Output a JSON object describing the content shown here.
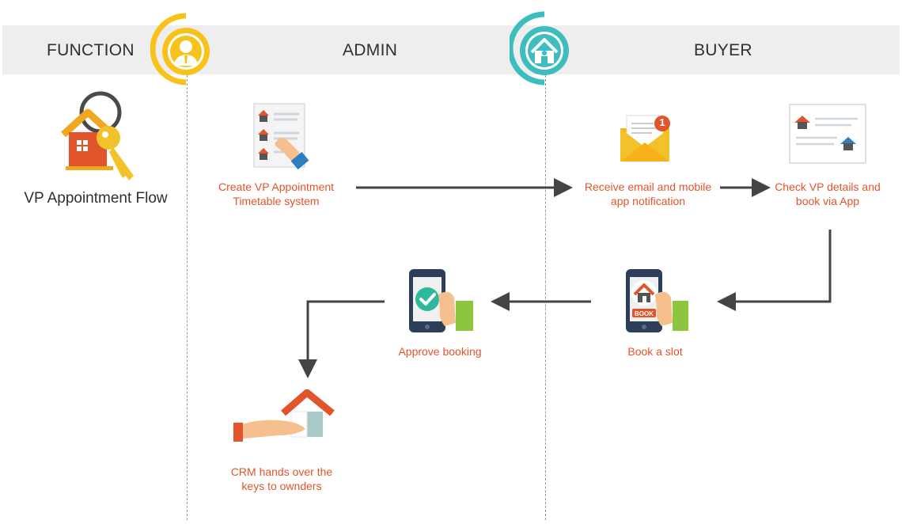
{
  "header": {
    "function_title": "FUNCTION",
    "admin_title": "ADMIN",
    "buyer_title": "BUYER"
  },
  "function": {
    "title": "VP Appointment Flow",
    "icon": "house-keys-icon"
  },
  "steps": {
    "create_timetable": {
      "label": "Create VP Appointment\nTimetable system",
      "icon": "checklist-hand-icon"
    },
    "receive_notification": {
      "label": "Receive email and mobile\napp notification",
      "icon": "email-notification-icon",
      "badge": "1"
    },
    "check_details": {
      "label": "Check VP details and\nbook via App",
      "icon": "property-details-card-icon"
    },
    "book_slot": {
      "label": "Book a slot",
      "icon": "phone-book-icon",
      "button_text": "BOOK"
    },
    "approve_booking": {
      "label": "Approve booking",
      "icon": "phone-approve-icon"
    },
    "hand_over_keys": {
      "label": "CRM hands over the\nkeys to ownders",
      "icon": "hand-house-icon"
    }
  },
  "colors": {
    "accent_orange": "#e2542b",
    "admin_badge": "#f7c21a",
    "buyer_badge": "#3dbdbd",
    "arrow": "#444444",
    "header_band": "#eeeeef"
  }
}
